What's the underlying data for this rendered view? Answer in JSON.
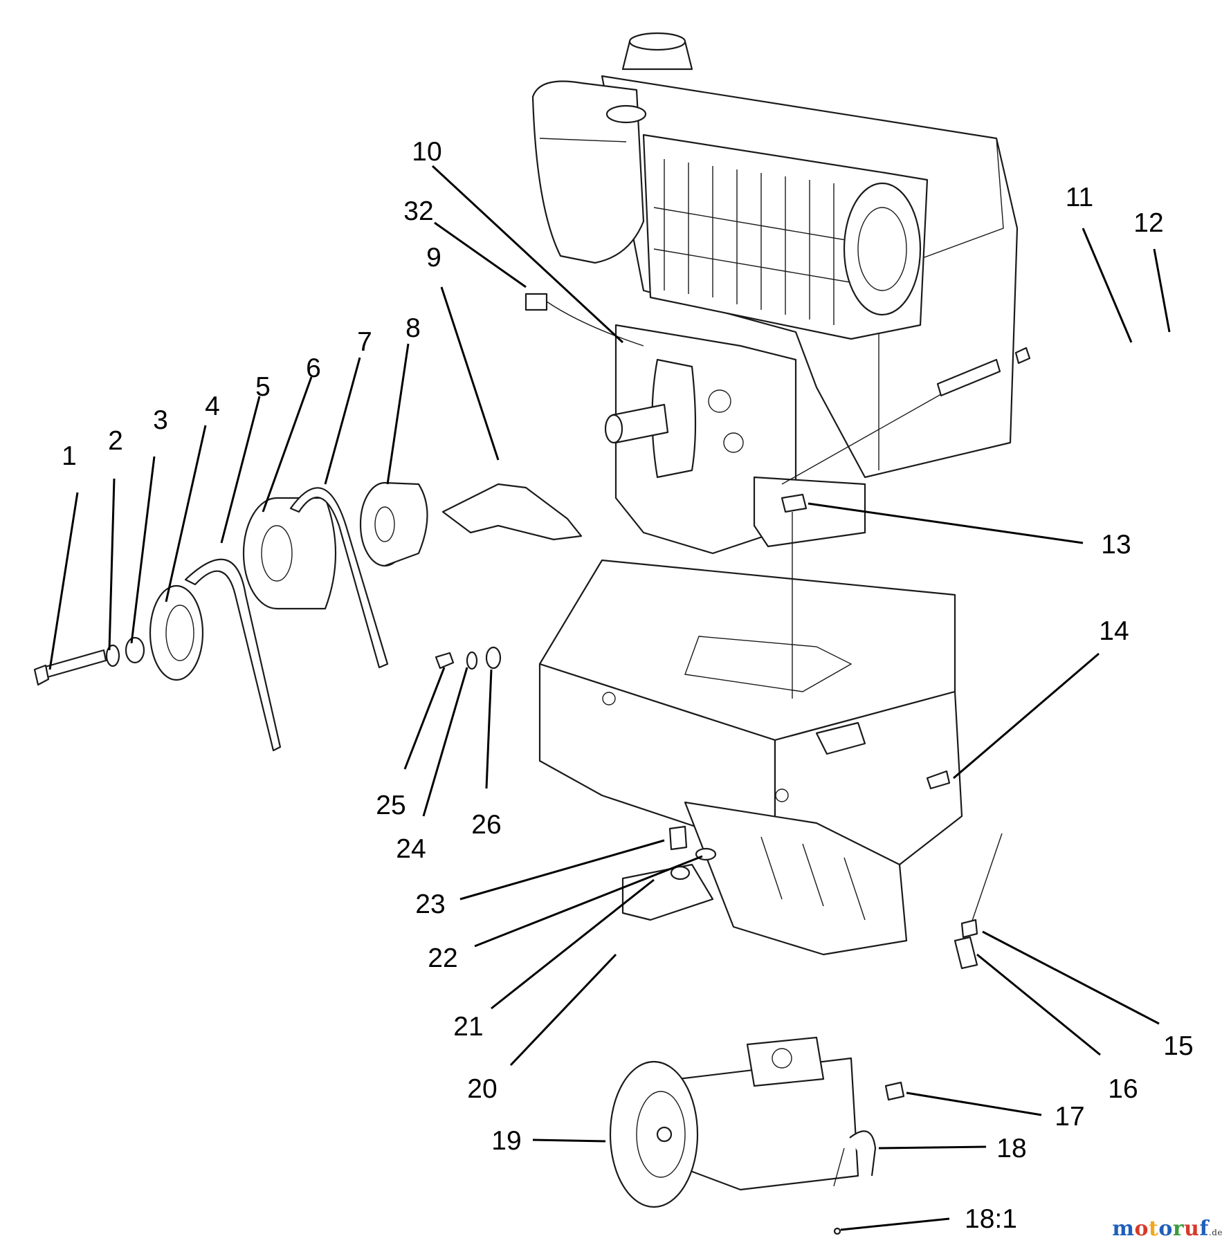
{
  "diagram": {
    "callouts": [
      "1",
      "2",
      "3",
      "4",
      "5",
      "6",
      "7",
      "8",
      "9",
      "10",
      "11",
      "12",
      "13",
      "14",
      "15",
      "16",
      "17",
      "18",
      "18:1",
      "19",
      "20",
      "21",
      "22",
      "23",
      "24",
      "25",
      "26",
      "32"
    ]
  },
  "watermark": {
    "letters": [
      "m",
      "o",
      "t",
      "o",
      "r",
      "u",
      "f"
    ],
    "domain": ".de",
    "colors": [
      "#1f5fb8",
      "#d63a2a",
      "#f0a81d",
      "#1f5fb8",
      "#3a9b3a",
      "#d63a2a",
      "#1f5fb8"
    ]
  }
}
